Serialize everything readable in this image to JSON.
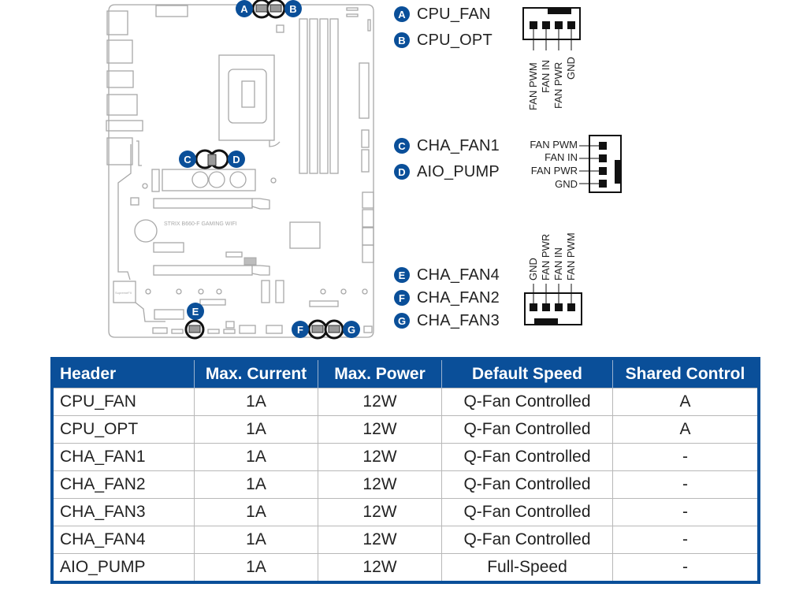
{
  "labels": [
    {
      "badge": "A",
      "name": "CPU_FAN"
    },
    {
      "badge": "B",
      "name": "CPU_OPT"
    },
    {
      "badge": "C",
      "name": "CHA_FAN1"
    },
    {
      "badge": "D",
      "name": "AIO_PUMP"
    },
    {
      "badge": "E",
      "name": "CHA_FAN4"
    },
    {
      "badge": "F",
      "name": "CHA_FAN2"
    },
    {
      "badge": "G",
      "name": "CHA_FAN3"
    }
  ],
  "board_text": "STRIX B660-F GAMING WIFI",
  "supremefx_text": "SupremeFX",
  "pinouts": {
    "top": [
      "FAN PWM",
      "FAN IN",
      "FAN PWR",
      "GND"
    ],
    "side": [
      "FAN PWM",
      "FAN IN",
      "FAN PWR",
      "GND"
    ],
    "bottom": [
      "GND",
      "FAN PWR",
      "FAN IN",
      "FAN PWM"
    ]
  },
  "table": {
    "headers": [
      "Header",
      "Max. Current",
      "Max. Power",
      "Default Speed",
      "Shared Control"
    ],
    "rows": [
      [
        "CPU_FAN",
        "1A",
        "12W",
        "Q-Fan Controlled",
        "A"
      ],
      [
        "CPU_OPT",
        "1A",
        "12W",
        "Q-Fan Controlled",
        "A"
      ],
      [
        "CHA_FAN1",
        "1A",
        "12W",
        "Q-Fan Controlled",
        "-"
      ],
      [
        "CHA_FAN2",
        "1A",
        "12W",
        "Q-Fan Controlled",
        "-"
      ],
      [
        "CHA_FAN3",
        "1A",
        "12W",
        "Q-Fan Controlled",
        "-"
      ],
      [
        "CHA_FAN4",
        "1A",
        "12W",
        "Q-Fan Controlled",
        "-"
      ],
      [
        "AIO_PUMP",
        "1A",
        "12W",
        "Full-Speed",
        "-"
      ]
    ]
  },
  "colors": {
    "accent": "#0a4f99",
    "outline": "#a8a8a8",
    "highlight_ring": "#111111",
    "header_fill": "#9a9a9a"
  }
}
